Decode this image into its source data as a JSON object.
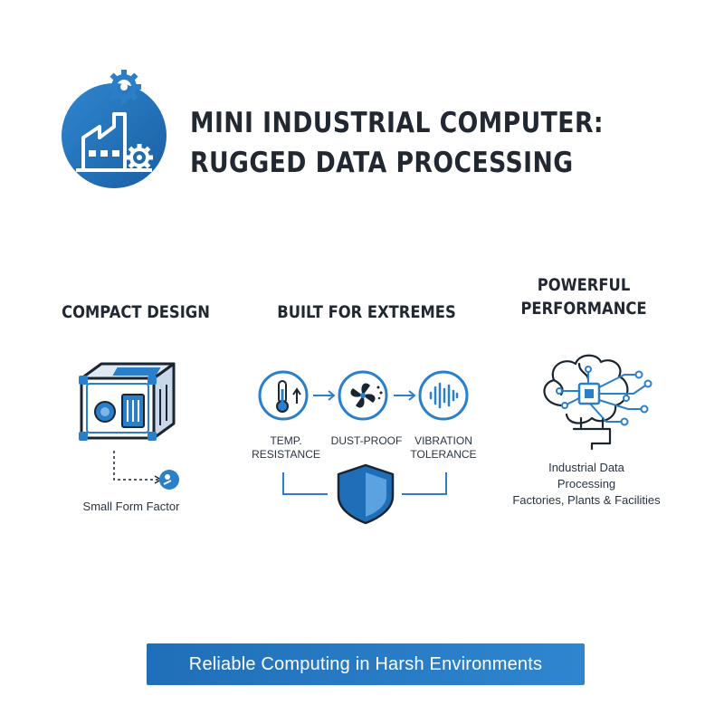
{
  "header": {
    "title_line1": "MINI INDUSTRIAL COMPUTER:",
    "title_line2": "RUGGED DATA PROCESSING",
    "logo_icon": "factory-gear-icon"
  },
  "sections": {
    "compact": {
      "heading": "COMPACT DESIGN",
      "caption": "Small Form Factor",
      "icon": "mini-computer-icon"
    },
    "extremes": {
      "heading": "BUILT FOR EXTREMES",
      "features": [
        {
          "line1": "TEMP.",
          "line2": "RESISTANCE",
          "icon": "thermometer-icon"
        },
        {
          "line1": "DUST-PROOF",
          "line2": "",
          "icon": "fan-icon"
        },
        {
          "line1": "VIBRATION",
          "line2": "TOLERANCE",
          "icon": "vibration-wave-icon"
        }
      ],
      "shield_icon": "shield-icon"
    },
    "power": {
      "heading_line1": "POWERFUL",
      "heading_line2": "PERFORMANCE",
      "caption_line1": "Industrial Data",
      "caption_line2": "Processing",
      "caption_line3": "Factories, Plants & Facilities",
      "icon": "brain-circuit-icon"
    }
  },
  "banner": {
    "text": "Reliable Computing in Harsh Environments"
  },
  "colors": {
    "primary_blue": "#1f6fb8",
    "light_blue": "#3b8fd6",
    "dark_text": "#222831"
  }
}
